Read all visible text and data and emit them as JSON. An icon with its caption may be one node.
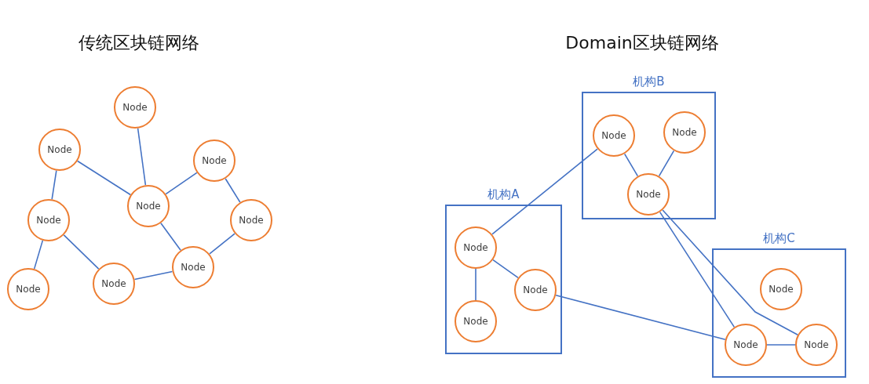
{
  "diagram": {
    "nodes": [
      {
        "text": [
          "Node"
        ]
      },
      {
        "text": [
          "Node"
        ]
      },
      {
        "text": [
          "Node"
        ]
      },
      {
        "text": [
          "Node"
        ]
      },
      {
        "text": [
          "Node"
        ]
      },
      {
        "text": [
          "Node"
        ]
      },
      {
        "text": [
          "Node"
        ]
      },
      {
        "text": [
          "Node"
        ]
      },
      {
        "text": [
          "Node"
        ]
      },
      {
        "text": [
          "机构B"
        ]
      },
      {
        "text": [
          "Node"
        ],
        "in": 9
      },
      {
        "text": [
          "Node"
        ],
        "in": 9
      },
      {
        "text": [
          "Node"
        ],
        "in": 9
      },
      {
        "text": [
          "机构A"
        ]
      },
      {
        "text": [
          "Node"
        ],
        "in": 13
      },
      {
        "text": [
          "Node"
        ],
        "in": 13
      },
      {
        "text": [
          "Node"
        ],
        "in": 13
      },
      {
        "text": [
          "机构C"
        ]
      },
      {
        "text": [
          "Node"
        ],
        "in": 17
      },
      {
        "text": [
          "Node"
        ],
        "in": 17
      },
      {
        "text": [
          "Node"
        ],
        "in": 17
      }
    ],
    "edges": [
      {
        "from": 0,
        "to": 3,
        "arrow": "none"
      },
      {
        "from": 1,
        "to": 3,
        "arrow": "none"
      },
      {
        "from": 1,
        "to": 4,
        "arrow": "none"
      },
      {
        "from": 2,
        "to": 3,
        "arrow": "none"
      },
      {
        "from": 2,
        "to": 5,
        "arrow": "none"
      },
      {
        "from": 3,
        "to": 6,
        "arrow": "none"
      },
      {
        "from": 5,
        "to": 6,
        "arrow": "none"
      },
      {
        "from": 4,
        "to": 8,
        "arrow": "none"
      },
      {
        "from": 4,
        "to": 7,
        "arrow": "none"
      },
      {
        "from": 7,
        "to": 6,
        "arrow": "none"
      },
      {
        "from": 14,
        "to": 10,
        "arrow": "none"
      },
      {
        "from": 10,
        "to": 12,
        "arrow": "none"
      },
      {
        "from": 11,
        "to": 12,
        "arrow": "none"
      },
      {
        "from": 14,
        "to": 15,
        "arrow": "none"
      },
      {
        "from": 14,
        "to": 16,
        "arrow": "none"
      },
      {
        "from": 15,
        "to": 19,
        "arrow": "none"
      },
      {
        "from": 12,
        "to": 19,
        "arrow": "none"
      },
      {
        "from": 12,
        "to": 20,
        "arrow": "none"
      },
      {
        "from": 19,
        "to": 20,
        "arrow": "none"
      }
    ],
    "labels": [
      "传统区块链网络",
      "Domain区块链网络"
    ]
  }
}
